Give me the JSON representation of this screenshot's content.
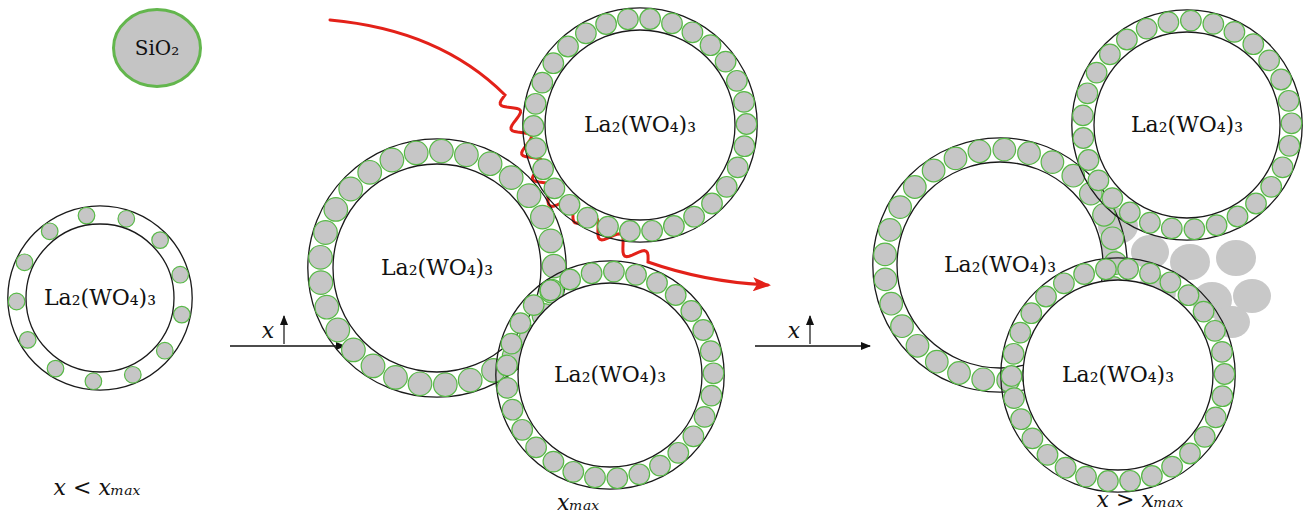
{
  "diagram": {
    "nodes": [
      {
        "text": [
          "SiO₂"
        ]
      },
      {
        "text": [
          "La₂(WO₄)₃"
        ]
      },
      {
        "text": [
          "La₂(WO₄)₃"
        ]
      },
      {
        "text": [
          "La₂(WO₄)₃"
        ]
      },
      {
        "text": [
          "La₂(WO₄)₃"
        ]
      },
      {
        "text": [
          "La₂(WO₄)₃"
        ]
      },
      {
        "text": [
          "La₂(WO₄)₃"
        ]
      },
      {
        "text": [
          "La₂(WO₄)₃"
        ]
      }
    ],
    "labels": [
      "x < xₘₐₓ",
      "x",
      "xₘₐₓ",
      "x",
      "x > xₘₐₓ"
    ]
  }
}
